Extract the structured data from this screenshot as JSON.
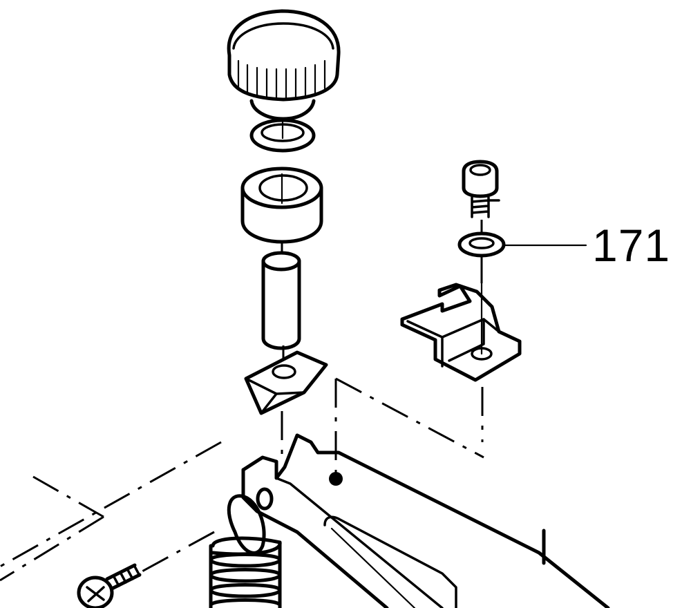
{
  "diagram": {
    "type": "exploded-parts-view",
    "colors": {
      "stroke": "#000000",
      "background": "#ffffff"
    },
    "callouts": [
      {
        "label": "171",
        "target": "washer"
      }
    ],
    "parts": [
      {
        "name": "knurled-knob"
      },
      {
        "name": "knob-washer"
      },
      {
        "name": "bushing-sleeve"
      },
      {
        "name": "pin-cylinder"
      },
      {
        "name": "wedge-block"
      },
      {
        "name": "socket-head-screw"
      },
      {
        "name": "washer"
      },
      {
        "name": "fork-bracket"
      },
      {
        "name": "lever-arm"
      },
      {
        "name": "tension-spring"
      },
      {
        "name": "phillips-pan-screw"
      }
    ]
  }
}
